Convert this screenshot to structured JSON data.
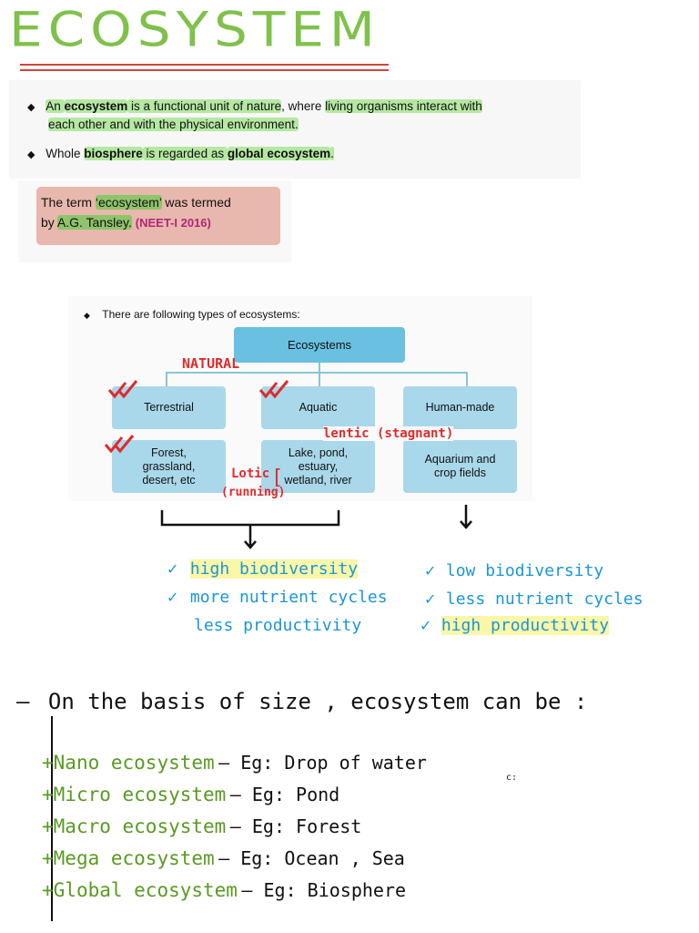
{
  "title": "ECOSYSTEM",
  "intro": {
    "bullet1": {
      "p1": "An ",
      "p2": "ecosystem",
      "p3": " is a functional unit of nature",
      "p4": ", where ",
      "p5": "living organisms interact with",
      "p6": "each other and with the physical environment."
    },
    "bullet2": {
      "p1": "Whole ",
      "p2": "biosphere",
      "p3": " is regarded as ",
      "p4": "global ecosystem",
      "p5": "."
    }
  },
  "note": {
    "p1": "The term ",
    "p2": "‘ecosystem’",
    "p3": " was termed",
    "p4": "by ",
    "p5": "A.G. Tansley.",
    "p6": "(NEET-I 2016)"
  },
  "diagram": {
    "intro": "There are following types of ecosystems:",
    "root": "Ecosystems",
    "terrestrial": "Terrestrial",
    "aquatic": "Aquatic",
    "human": "Human-made",
    "terrestrial_ex": [
      "Forest,",
      "grassland,",
      "desert, etc"
    ],
    "aquatic_ex": [
      "Lake, pond,",
      "estuary,",
      "wetland, river"
    ],
    "human_ex": [
      "Aquarium and",
      "crop fields"
    ]
  },
  "annotations": {
    "natural": "NATURAL",
    "lentic": "lentic (stagnant)",
    "lotic": "Lotic",
    "running": "(running)"
  },
  "natural_traits": [
    "high biodiversity",
    "more nutrient cycles",
    "less productivity"
  ],
  "human_traits": [
    "low biodiversity",
    "less nutrient cycles",
    "high productivity"
  ],
  "size": {
    "heading": "On the basis of size , ecosystem can be :",
    "items": [
      {
        "name": "Nano ecosystem",
        "eg": "Eg: Drop of water"
      },
      {
        "name": "Micro ecosystem",
        "eg": "Eg: Pond"
      },
      {
        "name": "Macro ecosystem",
        "eg": "Eg: Forest"
      },
      {
        "name": "Mega ecosystem",
        "eg": "Eg: Ocean , Sea"
      },
      {
        "name": "Global ecosystem",
        "eg": "Eg: Biosphere"
      }
    ],
    "stray": "c:"
  }
}
